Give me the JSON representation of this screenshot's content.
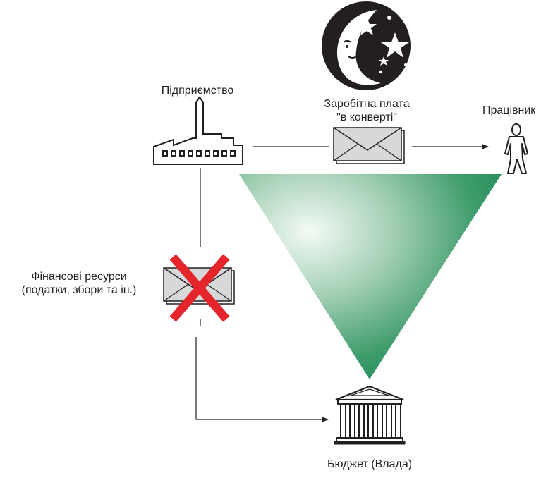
{
  "labels": {
    "enterprise": "Підприємство",
    "salary_line1": "Заробітна плата",
    "salary_line2": "\"в конверті\"",
    "worker": "Працівник",
    "resources_line1": "Фінансові ресурси",
    "resources_line2": "(податки, збори та ін.)",
    "budget": "Бюджет (Влада)"
  },
  "colors": {
    "line": "#231f20",
    "triangle_light": "#f4faf6",
    "triangle_dark": "#1f8a57",
    "cross": "#e4252b",
    "envelope_fill": "#d7d8d9"
  }
}
